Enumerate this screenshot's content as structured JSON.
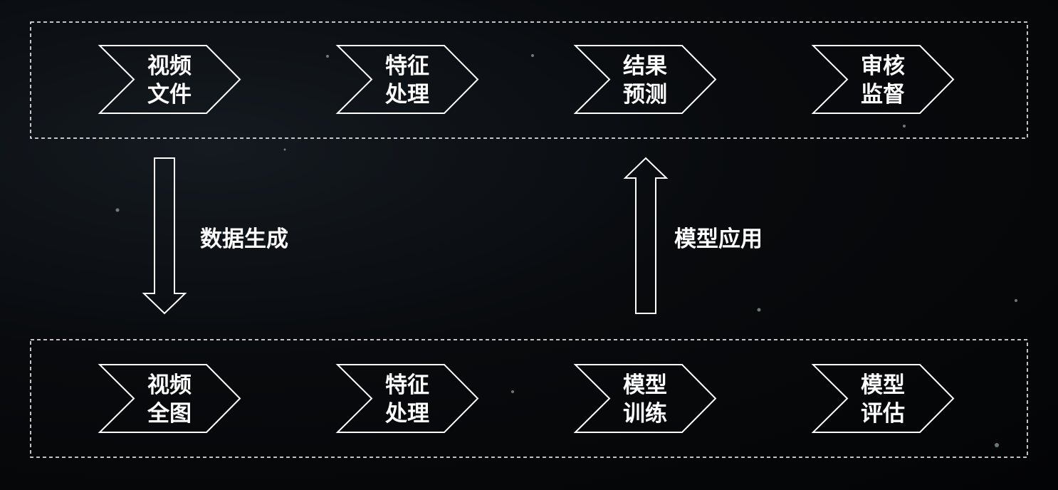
{
  "top_row": {
    "steps": [
      {
        "line1": "视频",
        "line2": "文件"
      },
      {
        "line1": "特征",
        "line2": "处理"
      },
      {
        "line1": "结果",
        "line2": "预测"
      },
      {
        "line1": "审核",
        "line2": "监督"
      }
    ]
  },
  "bottom_row": {
    "steps": [
      {
        "line1": "视频",
        "line2": "全图"
      },
      {
        "line1": "特征",
        "line2": "处理"
      },
      {
        "line1": "模型",
        "line2": "训练"
      },
      {
        "line1": "模型",
        "line2": "评估"
      }
    ]
  },
  "arrows": {
    "down_label": "数据生成",
    "up_label": "模型应用"
  },
  "colors": {
    "line": "#ffffff",
    "background": "#05070a"
  }
}
